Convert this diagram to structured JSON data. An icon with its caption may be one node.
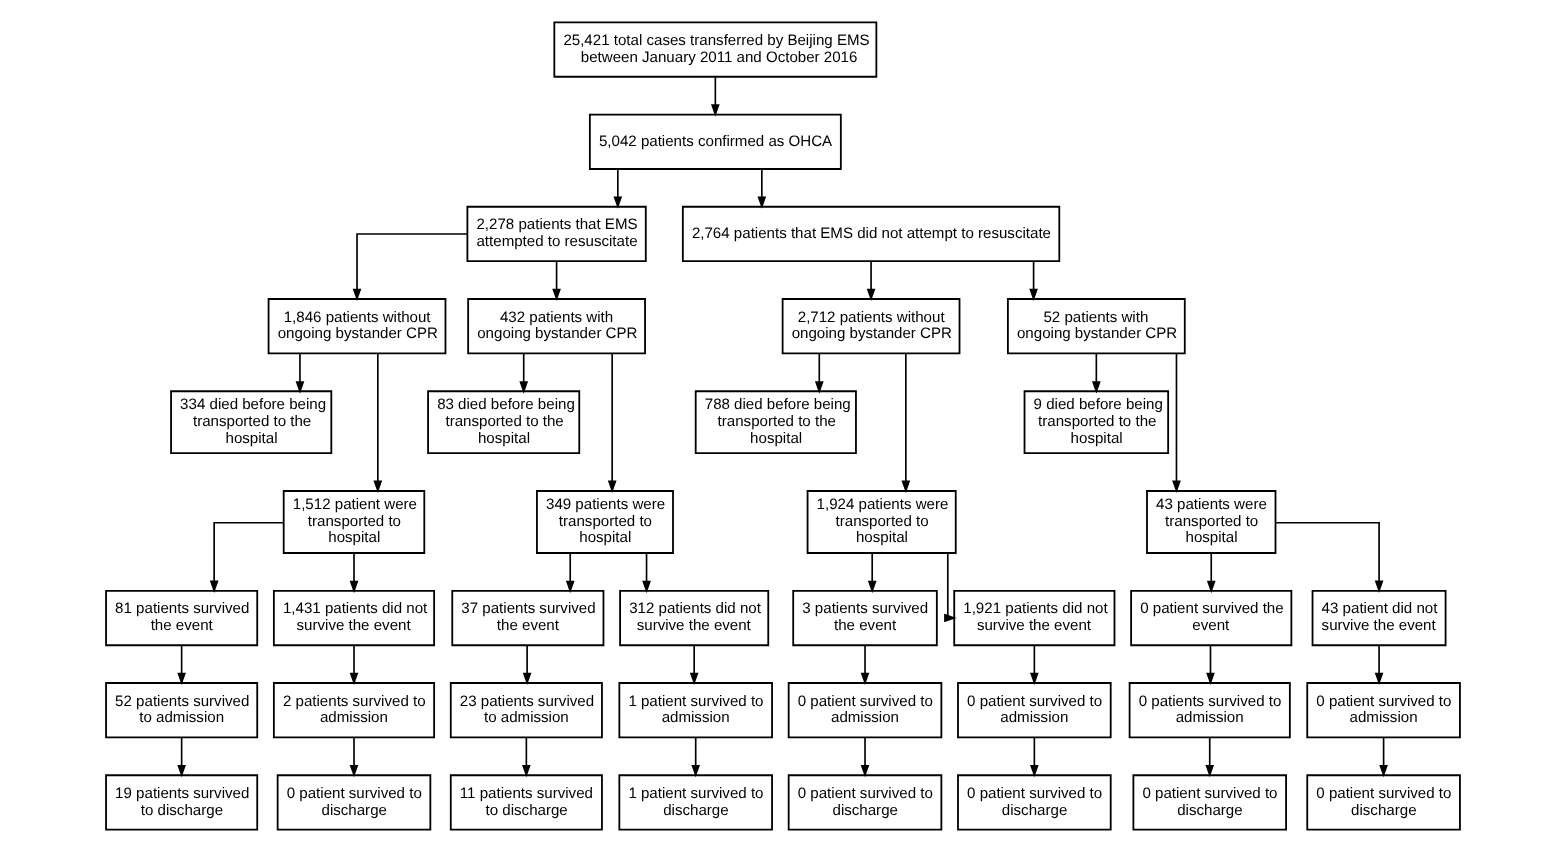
{
  "diagram": {
    "nodes": [
      {
        "text": [
          "25,421 total cases transferred by Beijing EMS between January 2011 and October 2016"
        ]
      },
      {
        "text": [
          "5,042 patients confirmed as OHCA"
        ]
      },
      {
        "text": [
          "2,278 patients that EMS attempted to resuscitate"
        ]
      },
      {
        "text": [
          "2,764 patients that EMS did not attempt to resuscitate"
        ]
      },
      {
        "text": [
          "1,846 patients without ongoing bystander CPR"
        ]
      },
      {
        "text": [
          "432 patients with ongoing bystander CPR"
        ]
      },
      {
        "text": [
          "2,712 patients without ongoing bystander CPR"
        ]
      },
      {
        "text": [
          "52 patients with ongoing bystander CPR"
        ]
      },
      {
        "text": [
          "334 died before being transported to the hospital"
        ]
      },
      {
        "text": [
          "83 died before being transported to the hospital"
        ]
      },
      {
        "text": [
          "788 died before being transported to the hospital"
        ]
      },
      {
        "text": [
          "9 died before being transported to the hospital"
        ]
      },
      {
        "text": [
          "1,512 patient were transported to hospital"
        ]
      },
      {
        "text": [
          "349 patients were transported to hospital"
        ]
      },
      {
        "text": [
          "1,924 patients were transported to hospital"
        ]
      },
      {
        "text": [
          "43 patients were transported to hospital"
        ]
      },
      {
        "text": [
          "81 patients survived the event"
        ]
      },
      {
        "text": [
          "1,431 patients did not survive the event"
        ]
      },
      {
        "text": [
          "37 patients survived the event"
        ]
      },
      {
        "text": [
          "312 patients did not survive the event"
        ]
      },
      {
        "text": [
          "3 patients survived the event"
        ]
      },
      {
        "text": [
          "1,921 patients did not survive the event"
        ]
      },
      {
        "text": [
          "0 patient survived the event"
        ]
      },
      {
        "text": [
          "43 patient did not survive the event"
        ]
      },
      {
        "text": [
          "52 patients survived to admission"
        ]
      },
      {
        "text": [
          "2 patients survived to admission"
        ]
      },
      {
        "text": [
          "23 patients survived to admission"
        ]
      },
      {
        "text": [
          "1 patient survived to admission"
        ]
      },
      {
        "text": [
          "0 patient survived to admission"
        ]
      },
      {
        "text": [
          "0 patient survived to admission"
        ]
      },
      {
        "text": [
          "0 patients survived to admission"
        ]
      },
      {
        "text": [
          "0 patient survived to admission"
        ]
      },
      {
        "text": [
          "19 patients survived to discharge"
        ]
      },
      {
        "text": [
          "0 patient survived to discharge"
        ]
      },
      {
        "text": [
          "11 patients survived to discharge"
        ]
      },
      {
        "text": [
          "1 patient survived to discharge"
        ]
      },
      {
        "text": [
          "0 patient survived to discharge"
        ]
      },
      {
        "text": [
          "0 patient survived to discharge"
        ]
      },
      {
        "text": [
          "0 patient survived to discharge"
        ]
      },
      {
        "text": [
          "0 patient survived to discharge"
        ]
      }
    ],
    "edges": [
      {
        "from": 0,
        "to": 1,
        "arrow": "to"
      },
      {
        "from": 1,
        "to": 2,
        "arrow": "to"
      },
      {
        "from": 1,
        "to": 3,
        "arrow": "to"
      },
      {
        "from": 2,
        "to": 4,
        "arrow": "to"
      },
      {
        "from": 2,
        "to": 5,
        "arrow": "to"
      },
      {
        "from": 3,
        "to": 6,
        "arrow": "to"
      },
      {
        "from": 3,
        "to": 7,
        "arrow": "to"
      },
      {
        "from": 4,
        "to": 8,
        "arrow": "to"
      },
      {
        "from": 4,
        "to": 12,
        "arrow": "to"
      },
      {
        "from": 5,
        "to": 9,
        "arrow": "to"
      },
      {
        "from": 5,
        "to": 13,
        "arrow": "to"
      },
      {
        "from": 6,
        "to": 10,
        "arrow": "to"
      },
      {
        "from": 6,
        "to": 14,
        "arrow": "to"
      },
      {
        "from": 7,
        "to": 11,
        "arrow": "to"
      },
      {
        "from": 7,
        "to": 15,
        "arrow": "to"
      },
      {
        "from": 12,
        "to": 16,
        "arrow": "to"
      },
      {
        "from": 12,
        "to": 17,
        "arrow": "to"
      },
      {
        "from": 13,
        "to": 18,
        "arrow": "to"
      },
      {
        "from": 13,
        "to": 19,
        "arrow": "to"
      },
      {
        "from": 14,
        "to": 20,
        "arrow": "to"
      },
      {
        "from": 14,
        "to": 21,
        "arrow": "to"
      },
      {
        "from": 15,
        "to": 22,
        "arrow": "to"
      },
      {
        "from": 15,
        "to": 23,
        "arrow": "to"
      },
      {
        "from": 16,
        "to": 24,
        "arrow": "to"
      },
      {
        "from": 17,
        "to": 25,
        "arrow": "to"
      },
      {
        "from": 18,
        "to": 26,
        "arrow": "to"
      },
      {
        "from": 19,
        "to": 27,
        "arrow": "to"
      },
      {
        "from": 20,
        "to": 28,
        "arrow": "to"
      },
      {
        "from": 21,
        "to": 29,
        "arrow": "to"
      },
      {
        "from": 22,
        "to": 30,
        "arrow": "to"
      },
      {
        "from": 23,
        "to": 31,
        "arrow": "to"
      },
      {
        "from": 24,
        "to": 32,
        "arrow": "to"
      },
      {
        "from": 25,
        "to": 33,
        "arrow": "to"
      },
      {
        "from": 26,
        "to": 34,
        "arrow": "to"
      },
      {
        "from": 27,
        "to": 35,
        "arrow": "to"
      },
      {
        "from": 28,
        "to": 36,
        "arrow": "to"
      },
      {
        "from": 29,
        "to": 37,
        "arrow": "to"
      },
      {
        "from": 30,
        "to": 38,
        "arrow": "to"
      },
      {
        "from": 31,
        "to": 39,
        "arrow": "to"
      }
    ]
  }
}
